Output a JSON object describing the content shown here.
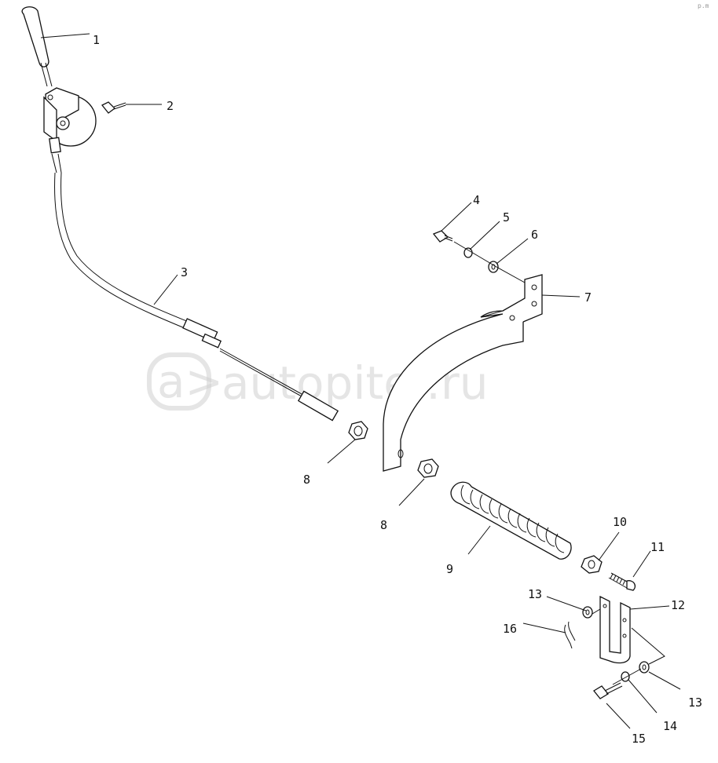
{
  "watermark": {
    "text": "autopiter.ru",
    "logo_text": "a>"
  },
  "corner_mark": "p.m",
  "callouts": [
    {
      "id": "c1",
      "label": "1"
    },
    {
      "id": "c2",
      "label": "2"
    },
    {
      "id": "c3",
      "label": "3"
    },
    {
      "id": "c4",
      "label": "4"
    },
    {
      "id": "c5",
      "label": "5"
    },
    {
      "id": "c6",
      "label": "6"
    },
    {
      "id": "c7",
      "label": "7"
    },
    {
      "id": "c8a",
      "label": "8"
    },
    {
      "id": "c8b",
      "label": "8"
    },
    {
      "id": "c9",
      "label": "9"
    },
    {
      "id": "c10",
      "label": "10"
    },
    {
      "id": "c11",
      "label": "11"
    },
    {
      "id": "c12",
      "label": "12"
    },
    {
      "id": "c13a",
      "label": "13"
    },
    {
      "id": "c13b",
      "label": "13"
    },
    {
      "id": "c14",
      "label": "14"
    },
    {
      "id": "c15",
      "label": "15"
    },
    {
      "id": "c16",
      "label": "16"
    }
  ]
}
